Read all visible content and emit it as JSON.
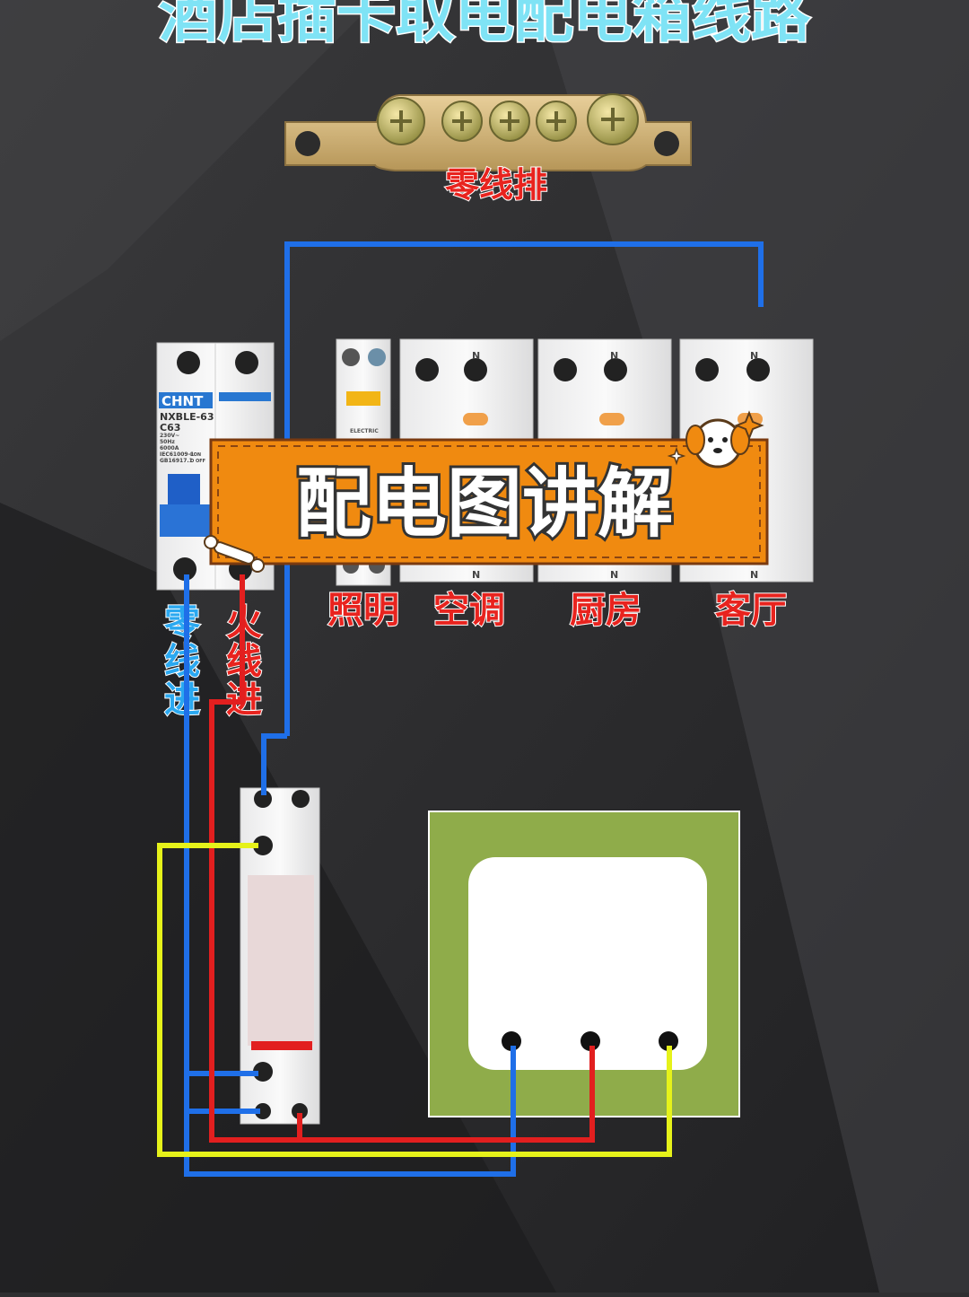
{
  "title": "酒店插卡取电配电箱线路",
  "labels": {
    "neutral_bar": "零线排",
    "neutral_in": [
      "零",
      "线",
      "进"
    ],
    "live_in": [
      "火",
      "线",
      "进"
    ],
    "circuits": [
      "照明",
      "空调",
      "厨房",
      "客厅"
    ],
    "banner": "配电图讲解"
  },
  "breaker": {
    "brand": "CHNT",
    "model": "NXBLE-63",
    "rating": "C63",
    "spec_lines": [
      "230V~",
      "50Hz",
      "6000A",
      "IEC61009-1",
      "GB16917.1"
    ],
    "on_off": [
      "I ON",
      "O OFF"
    ]
  },
  "rcbo": {
    "terminal_label": "N"
  },
  "mini_breaker": {
    "text": "ELECTRIC"
  },
  "colors": {
    "neutral_wire": "#1f6fe8",
    "live_wire": "#e21f1f",
    "switch_wire": "#e6f21a",
    "banner_fill": "#f08a10",
    "title_fill": "#7fe3f5",
    "label_red": "#e8231e",
    "label_blue": "#2aa8f0",
    "card_panel": "#8fac4a"
  },
  "icons": [
    "puppy-icon",
    "bone-icon",
    "sparkle-icon"
  ]
}
